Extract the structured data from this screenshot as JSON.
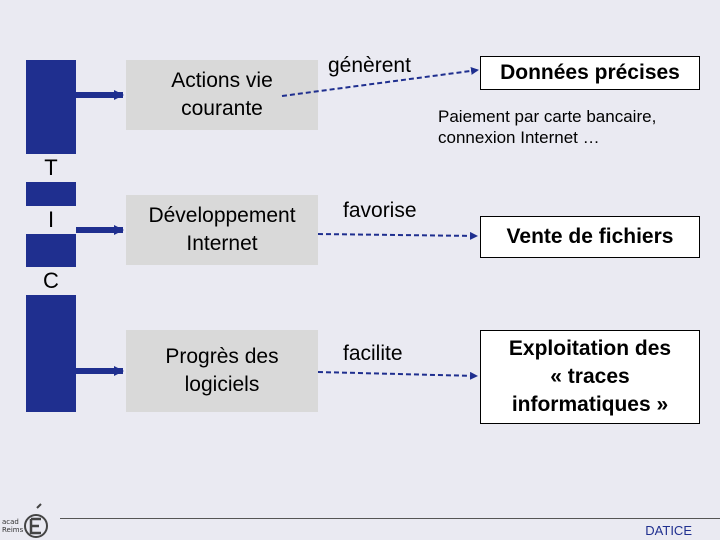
{
  "colors": {
    "bar": "#1f2f8f",
    "arrow": "#1f2f8f",
    "background": "#eaeaf2",
    "grey_box": "#d9d9d9"
  },
  "tic": {
    "letters": [
      "T",
      "I",
      "C"
    ]
  },
  "rows": [
    {
      "source": "Actions vie\ncourante",
      "verb": "génèrent",
      "target": "Données précises"
    },
    {
      "source": "Développement\nInternet",
      "verb": "favorise",
      "target": "Vente de fichiers"
    },
    {
      "source": "Progrès des\nlogiciels",
      "verb": "facilite",
      "target": "Exploitation des\n« traces\ninformatiques »"
    }
  ],
  "note": "Paiement par carte bancaire,\nconnexion Internet …",
  "footer": {
    "label": "DATICE"
  },
  "logo": {
    "icon": "academie-reims-logo-icon"
  }
}
